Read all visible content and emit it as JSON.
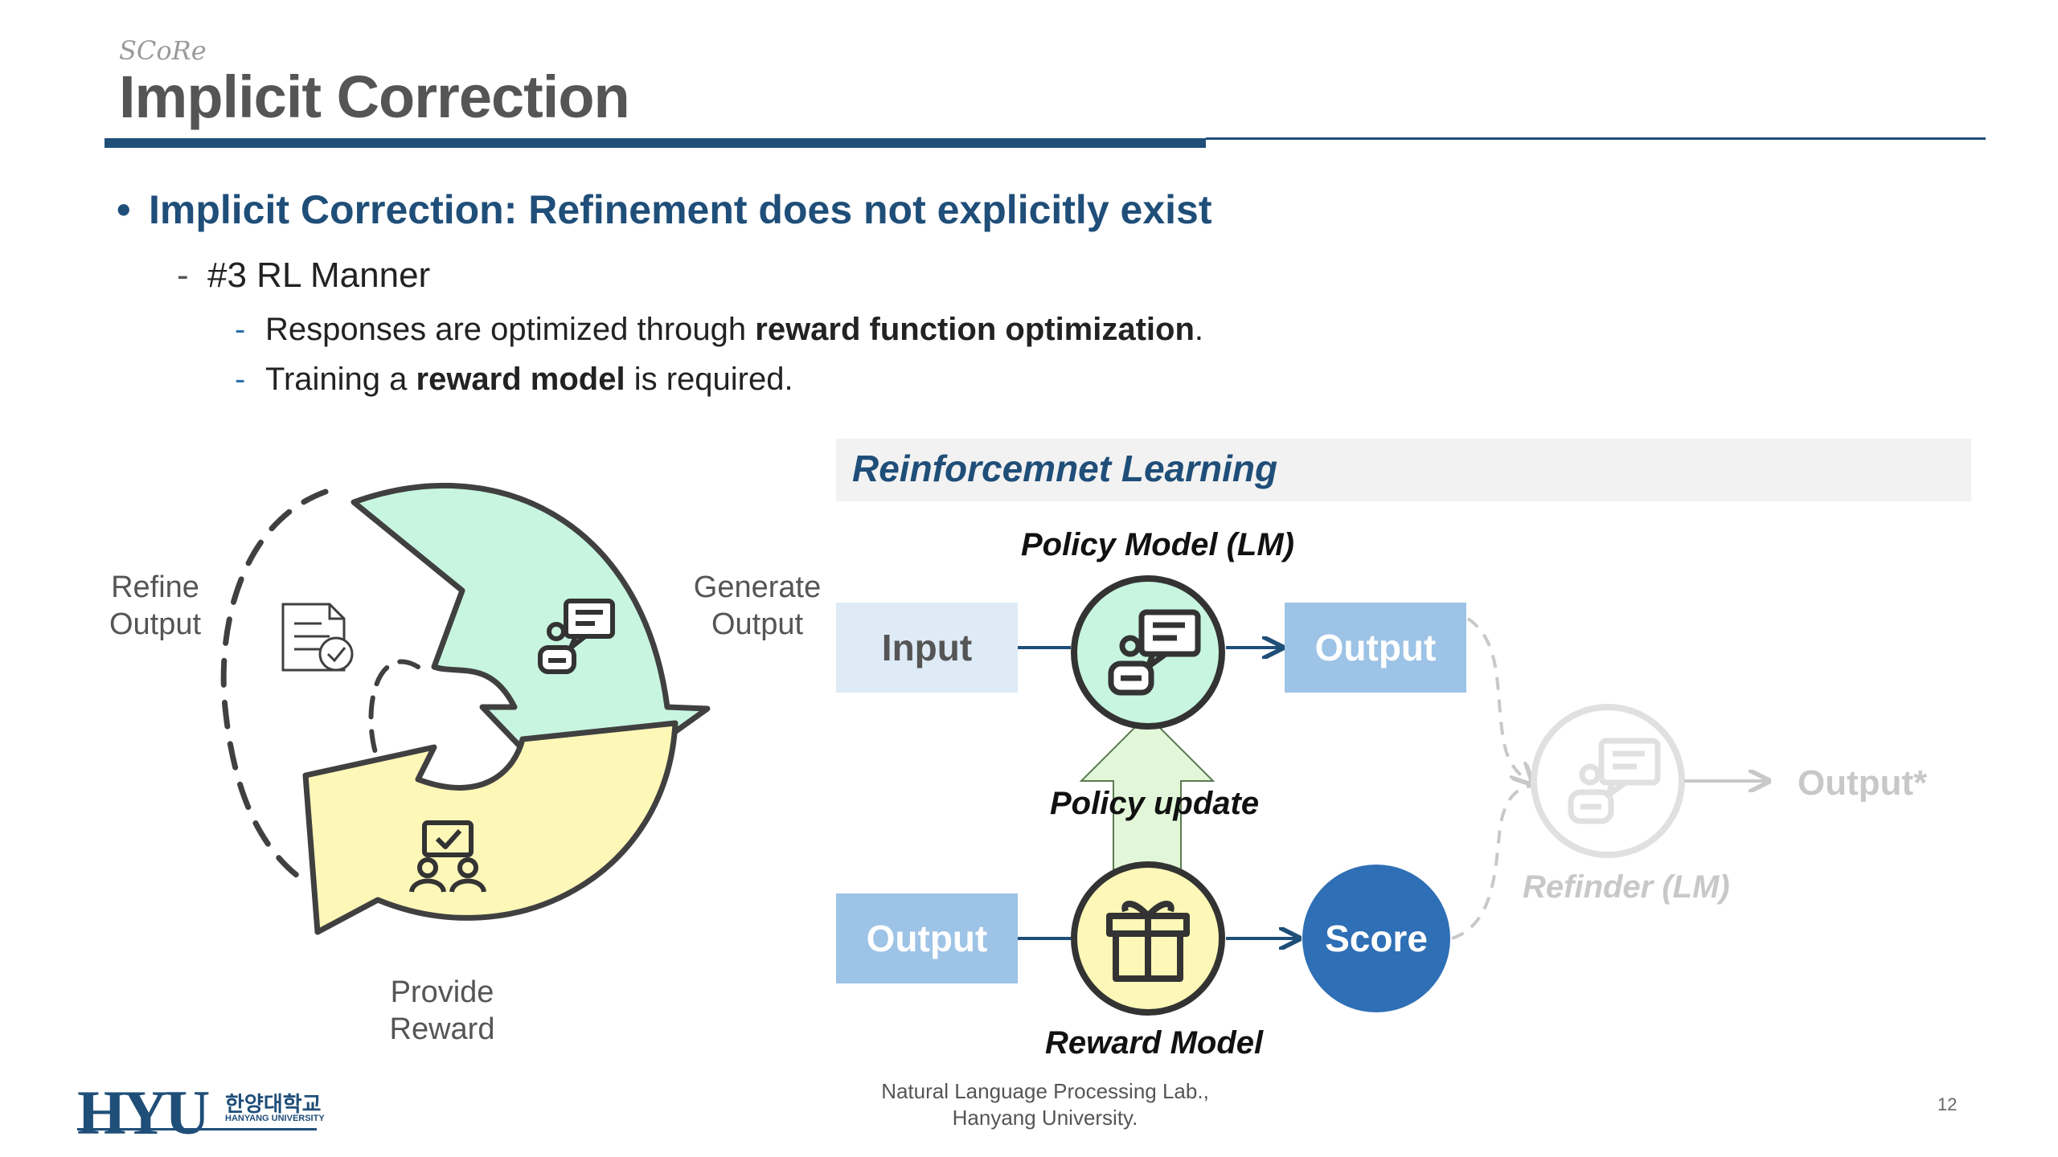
{
  "slide": {
    "subtitle": "SCoRe",
    "title": "Implicit Correction",
    "bullet_1": "Implicit Correction: Refinement does not explicitly exist",
    "sub_1": "#3 RL Manner",
    "sub_2a_pre": "Responses are optimized through ",
    "sub_2a_bold": "reward function optimization",
    "sub_2a_post": ".",
    "sub_2b_pre": "Training a ",
    "sub_2b_bold": "reward model",
    "sub_2b_post": " is required."
  },
  "cycle": {
    "refine_line1": "Refine",
    "refine_line2": "Output",
    "generate_line1": "Generate",
    "generate_line2": "Output",
    "reward_line1": "Provide",
    "reward_line2": "Reward",
    "colors": {
      "generate": "#c8f5e0",
      "reward": "#fdf7b8",
      "outline": "#404040"
    }
  },
  "diagram": {
    "header": "Reinforcemnet Learning",
    "input_label": "Input",
    "output_top_label": "Output",
    "output_bottom_label": "Output",
    "score_label": "Score",
    "policy_model_label": "Policy Model (LM)",
    "policy_update_label": "Policy update",
    "reward_model_label": "Reward Model",
    "refiner_label": "Refinder (LM)",
    "output_star_label": "Output*",
    "colors": {
      "accent": "#1f4e79",
      "score": "#2e6fb5",
      "light_box": "#deebf7",
      "mid_box": "#9dc3e6",
      "faded": "#c8c8c8"
    }
  },
  "footer": {
    "logo_text": "HYU",
    "logo_korean": "한양대학교",
    "logo_english": "HANYANG UNIVERSITY",
    "lab_line1": "Natural Language Processing Lab.,",
    "lab_line2": "Hanyang University.",
    "page_number": "12"
  }
}
